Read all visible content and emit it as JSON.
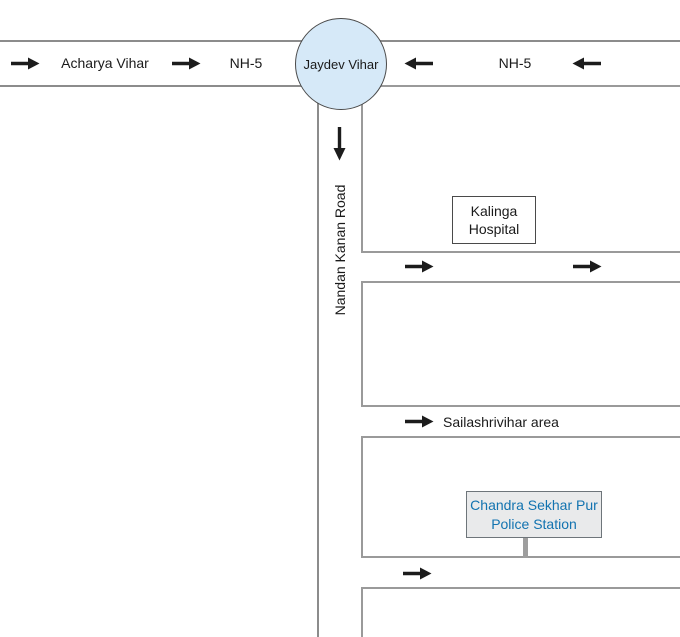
{
  "map": {
    "highway": {
      "left_area_label": "Acharya Vihar",
      "left_road_number": "NH-5",
      "right_road_number": "NH-5"
    },
    "roundabout": {
      "label": "Jaydev Vihar"
    },
    "vertical_road": {
      "label": "Nandan Kanan Road"
    },
    "places": {
      "hospital": {
        "line1": "Kalinga",
        "line2": "Hospital"
      },
      "police_station": {
        "line1": "Chandra Sekhar Pur",
        "line2": "Police Station"
      }
    },
    "area_label": "Sailashrivihar area",
    "icons": {
      "arrow_right": "right-arrow",
      "arrow_left": "left-arrow",
      "arrow_down": "down-arrow"
    },
    "colors": {
      "roundabout_fill": "#d6e9f8",
      "roundabout_border": "#4a4a4a",
      "road_line": "#8c8c8c",
      "block_line": "#9a9a9a",
      "arrow": "#1c1c1c",
      "police_box_fill": "#e9eaeb",
      "police_box_border": "#6e757a",
      "police_text": "#1273b0",
      "connector": "#9e9e9e",
      "background": "#ffffff"
    }
  }
}
